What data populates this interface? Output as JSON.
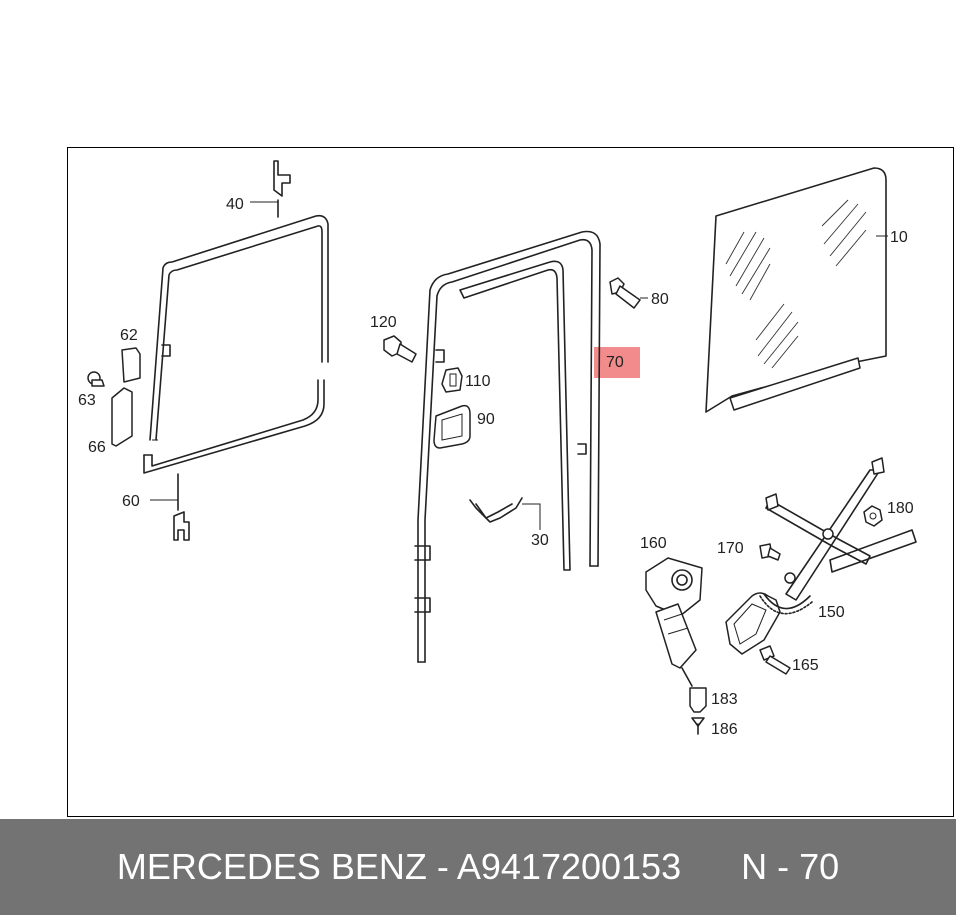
{
  "diagram": {
    "highlight_color": "#f28b8b",
    "highlighted_part": "70",
    "labels": {
      "p10": "10",
      "p30": "30",
      "p40": "40",
      "p60": "60",
      "p62": "62",
      "p63": "63",
      "p66": "66",
      "p70": "70",
      "p80": "80",
      "p90": "90",
      "p110": "110",
      "p120": "120",
      "p150": "150",
      "p160": "160",
      "p165": "165",
      "p170": "170",
      "p180": "180",
      "p183": "183",
      "p186": "186"
    }
  },
  "footer": {
    "text": "MERCEDES BENZ - A9417200153      N - 70",
    "background": "#737373"
  }
}
